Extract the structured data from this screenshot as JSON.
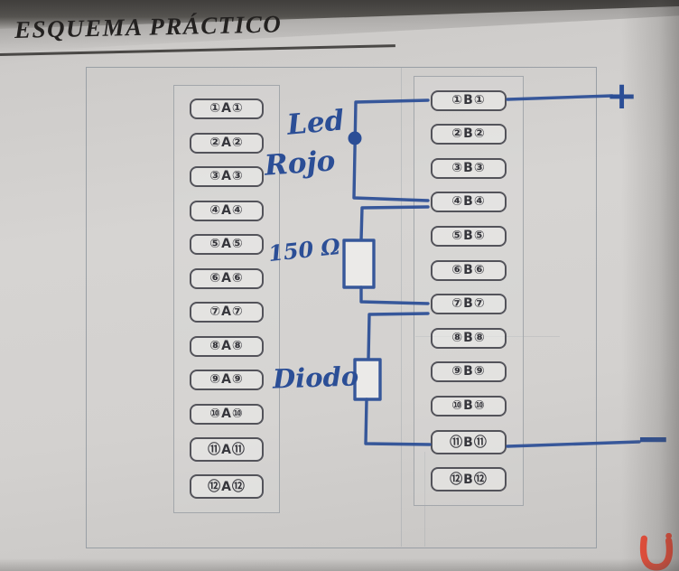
{
  "title": "ESQUEMA PRÁCTICO",
  "diagram": {
    "left_terminals": [
      "①A①",
      "②A②",
      "③A③",
      "④A④",
      "⑤A⑤",
      "⑥A⑥",
      "⑦A⑦",
      "⑧A⑧",
      "⑨A⑨",
      "⑩A⑩",
      "⑪A⑪",
      "⑫A⑫"
    ],
    "right_terminals": [
      "①B①",
      "②B②",
      "③B③",
      "④B④",
      "⑤B⑤",
      "⑥B⑥",
      "⑦B⑦",
      "⑧B⑧",
      "⑨B⑨",
      "⑩B⑩",
      "⑪B⑪",
      "⑫B⑫"
    ],
    "annotations": {
      "led_line1": "Led",
      "led_line2": "Rojo",
      "resistor": "150 Ω",
      "diode": "Diodo",
      "plus": "+",
      "minus": "−"
    },
    "colors": {
      "ink": "#2b4e96",
      "paper": "#d4d2d0",
      "logo": "#ef4b36"
    }
  }
}
